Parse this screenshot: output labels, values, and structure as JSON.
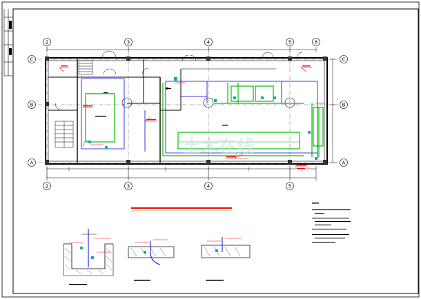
{
  "drawing": {
    "title_block_label": "",
    "watermark": "土木在线",
    "main_plan_title": "",
    "grid_top": [
      "2",
      "3",
      "4",
      "5",
      "6"
    ],
    "grid_bottom": [
      "2",
      "3",
      "4",
      "5"
    ],
    "grid_left": [
      "C",
      "B",
      "A"
    ],
    "grid_right": [
      "C",
      "B",
      "A"
    ],
    "detail_titles": [
      "",
      "",
      ""
    ],
    "notes_heading": "",
    "notes": [
      "",
      "",
      "",
      "",
      "",
      ""
    ]
  },
  "colors": {
    "wall": "#000000",
    "pipe_main": "#00c000",
    "pipe_branch": "#0000e0",
    "annotation": "#ff0000",
    "cyan": "#00b0b0"
  }
}
